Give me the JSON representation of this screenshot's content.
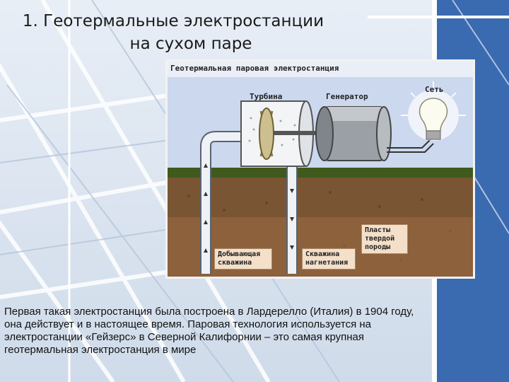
{
  "slide": {
    "title_line1": "1. Геотермальные электростанции",
    "title_line2": "на сухом паре"
  },
  "diagram": {
    "header": "Геотермальная паровая электростанция",
    "labels": {
      "turbine": "Турбина",
      "generator": "Генератор",
      "grid": "Сеть",
      "rock_line1": "Пласты",
      "rock_line2": "твердой",
      "rock_line3": "породы",
      "production_line1": "Добывающая",
      "production_line2": "скважина",
      "injection_line1": "Скважина",
      "injection_line2": "нагнетания"
    },
    "colors": {
      "sky": "#cbd8ee",
      "soil": "#6b4a2c",
      "grass": "#3f5a1c",
      "pipe": "#e8ecf2"
    }
  },
  "caption": {
    "text": "Первая такая электростанция была построена в Лардерелло (Италия) в 1904 году, она действует и в настоящее время. Паровая технология используется на электростанции «Гейзерс» в Северной Калифорнии – это самая крупная геотермальная электростанция в мире"
  }
}
